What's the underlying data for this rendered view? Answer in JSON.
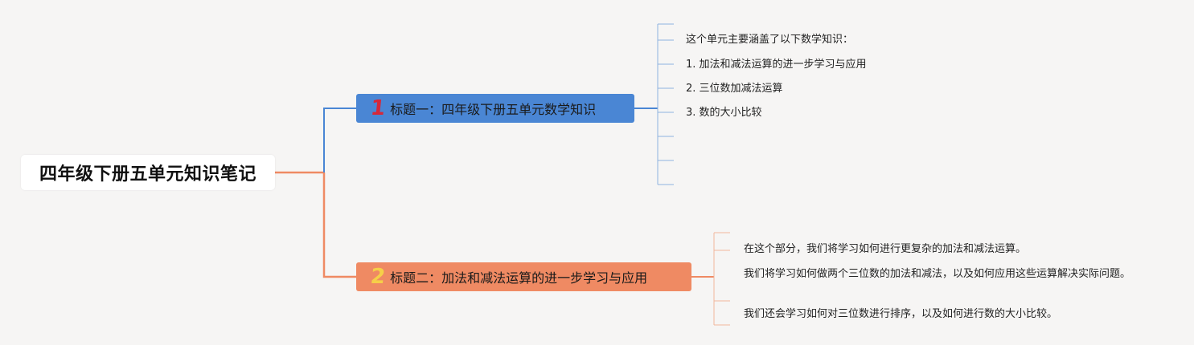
{
  "root": {
    "title": "四年级下册五单元知识笔记"
  },
  "branches": [
    {
      "number": "1",
      "label": "标题一：四年级下册五单元数学知识",
      "color": "#4a86d4",
      "items": [
        "这个单元主要涵盖了以下数学知识：",
        "1. 加法和减法运算的进一步学习与应用",
        "2. 三位数加减法运算",
        "3. 数的大小比较"
      ]
    },
    {
      "number": "2",
      "label": "标题二：加法和减法运算的进一步学习与应用",
      "color": "#ef8a63",
      "items": [
        "在这个部分，我们将学习如何进行更复杂的加法和减法运算。",
        "我们将学习如何做两个三位数的加法和减法，以及如何应用这些运算解决实际问题。",
        "我们还会学习如何对三位数进行排序，以及如何进行数的大小比较。"
      ]
    }
  ]
}
